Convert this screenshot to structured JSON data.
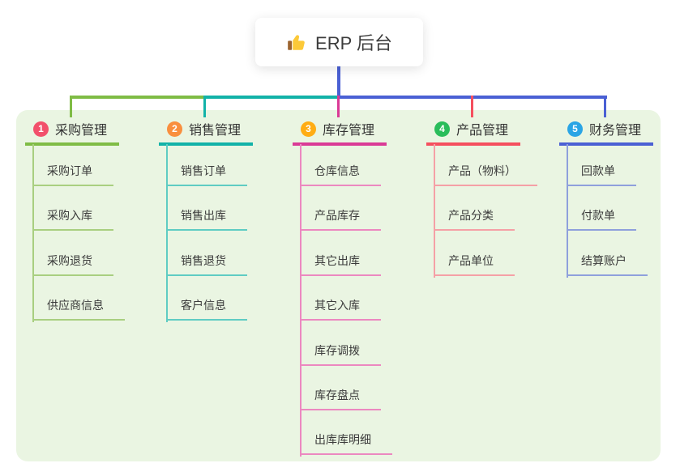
{
  "root": {
    "label": "ERP 后台",
    "icon": "thumbs-up",
    "stem_color": "#4a60d4"
  },
  "panel": {
    "background": "#eaf5e2"
  },
  "text_colors": {
    "header": "#333333",
    "child": "#3b3b3b"
  },
  "branches": [
    {
      "id": "purchase",
      "badge": "1",
      "badge_color": "#f2506b",
      "line_color": "#7fbc45",
      "child_line_color": "#a9cf80",
      "label": "采购管理",
      "children": [
        "采购订单",
        "采购入库",
        "采购退货",
        "供应商信息"
      ]
    },
    {
      "id": "sales",
      "badge": "2",
      "badge_color": "#f98f3e",
      "line_color": "#12b2a8",
      "child_line_color": "#5fccc3",
      "label": "销售管理",
      "children": [
        "销售订单",
        "销售出库",
        "销售退货",
        "客户信息"
      ]
    },
    {
      "id": "inventory",
      "badge": "3",
      "badge_color": "#ffad14",
      "line_color": "#da3a96",
      "child_line_color": "#ec88c0",
      "label": "库存管理",
      "children": [
        "仓库信息",
        "产品库存",
        "其它出库",
        "其它入库",
        "库存调拨",
        "库存盘点",
        "出库库明细"
      ]
    },
    {
      "id": "product",
      "badge": "4",
      "badge_color": "#2abd5b",
      "line_color": "#f54f5e",
      "child_line_color": "#f5a0a6",
      "label": "产品管理",
      "children": [
        "产品（物料）",
        "产品分类",
        "产品单位"
      ]
    },
    {
      "id": "finance",
      "badge": "5",
      "badge_color": "#2aa5e5",
      "line_color": "#4a60d4",
      "child_line_color": "#8fa0dc",
      "label": "财务管理",
      "children": [
        "回款单",
        "付款单",
        "结算账户"
      ]
    }
  ]
}
